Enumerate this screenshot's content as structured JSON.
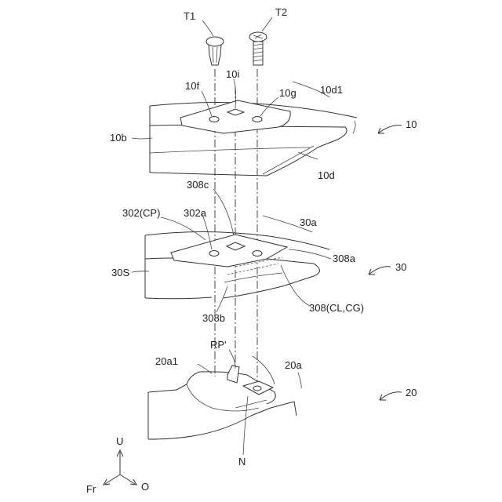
{
  "labels": {
    "t1": "T1",
    "t2": "T2",
    "l10f": "10f",
    "l10i": "10i",
    "l10g": "10g",
    "l10d1": "10d1",
    "l10": "10",
    "l10b": "10b",
    "l10d": "10d",
    "l308c": "308c",
    "l302cp": "302(CP)",
    "l302a": "302a",
    "l30a": "30a",
    "l308a": "308a",
    "l30": "30",
    "l30s": "30S",
    "l308b": "308b",
    "l308clcg": "308(CL,CG)",
    "rp": "RP'",
    "l20a1": "20a1",
    "l20a": "20a",
    "l20": "20",
    "n": "N",
    "axis_u": "U",
    "axis_fr": "Fr",
    "axis_o": "O"
  }
}
